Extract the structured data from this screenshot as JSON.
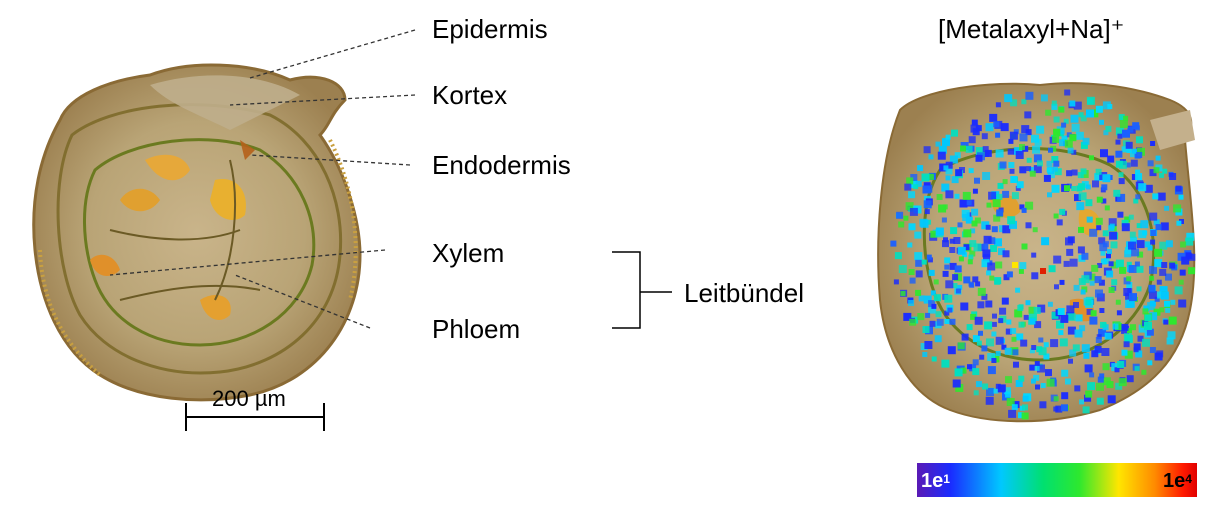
{
  "labels": {
    "epidermis": "Epidermis",
    "kortex": "Kortex",
    "endodermis": "Endodermis",
    "xylem": "Xylem",
    "phloem": "Phloem",
    "leitbuendel": "Leitbündel"
  },
  "scale_bar": {
    "text": "200 µm"
  },
  "right_panel": {
    "title": "[Metalaxyl+Na]⁺"
  },
  "colorbar": {
    "min_base": "1e",
    "min_exp": "1",
    "max_base": "1e",
    "max_exp": "4",
    "colors": [
      "#5a1ab5",
      "#1a2cff",
      "#00c8ff",
      "#00e070",
      "#2ee82e",
      "#ffe600",
      "#ff8a00",
      "#ff1a00",
      "#e00000"
    ]
  }
}
